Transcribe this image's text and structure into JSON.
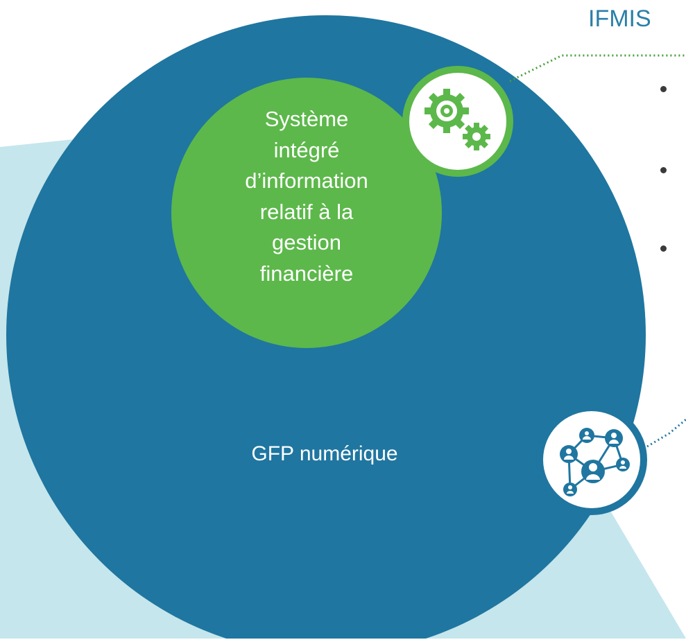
{
  "diagram": {
    "top_label": "IFMIS",
    "inner_label": "Système\nintégré\nd’information\nrelatif à la\ngestion\nfinancière",
    "outer_label": "GFP numérique",
    "bullet_count": 3,
    "icons": {
      "top": "gears-icon",
      "bottom": "network-people-icon"
    },
    "colors": {
      "outer_circle": "#1f76a0",
      "inner_circle": "#5cb84a",
      "background_shape": "#c5e6ec",
      "connector": "#4a9e3e",
      "connector_blue": "#1f76a0",
      "title": "#2b7fa8",
      "bullet": "#3a3a3a"
    }
  }
}
